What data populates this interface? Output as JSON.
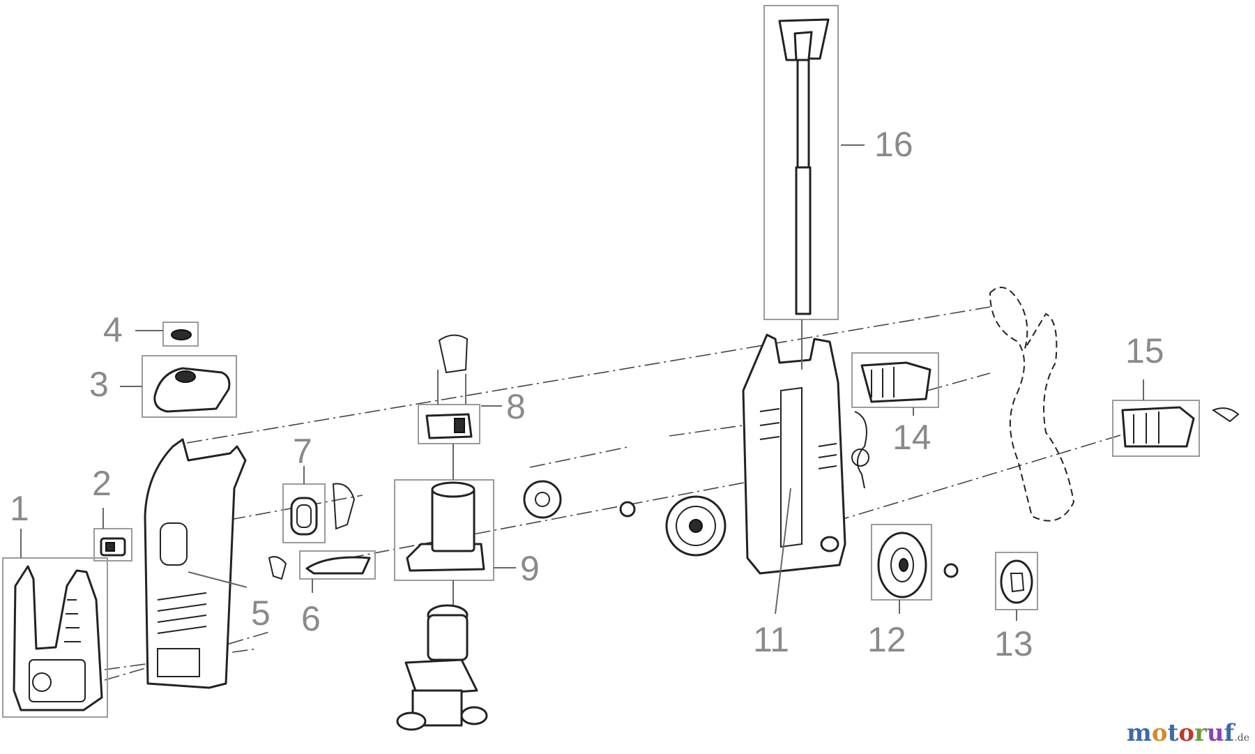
{
  "diagram": {
    "type": "exploded-parts-view",
    "part_numbers": [
      "1",
      "2",
      "3",
      "4",
      "5",
      "6",
      "7",
      "8",
      "9",
      "11",
      "12",
      "13",
      "14",
      "15",
      "16"
    ]
  },
  "watermark": {
    "letters": [
      "m",
      "o",
      "t",
      "o",
      "r",
      "u",
      "f"
    ],
    "suffix": ".de"
  }
}
